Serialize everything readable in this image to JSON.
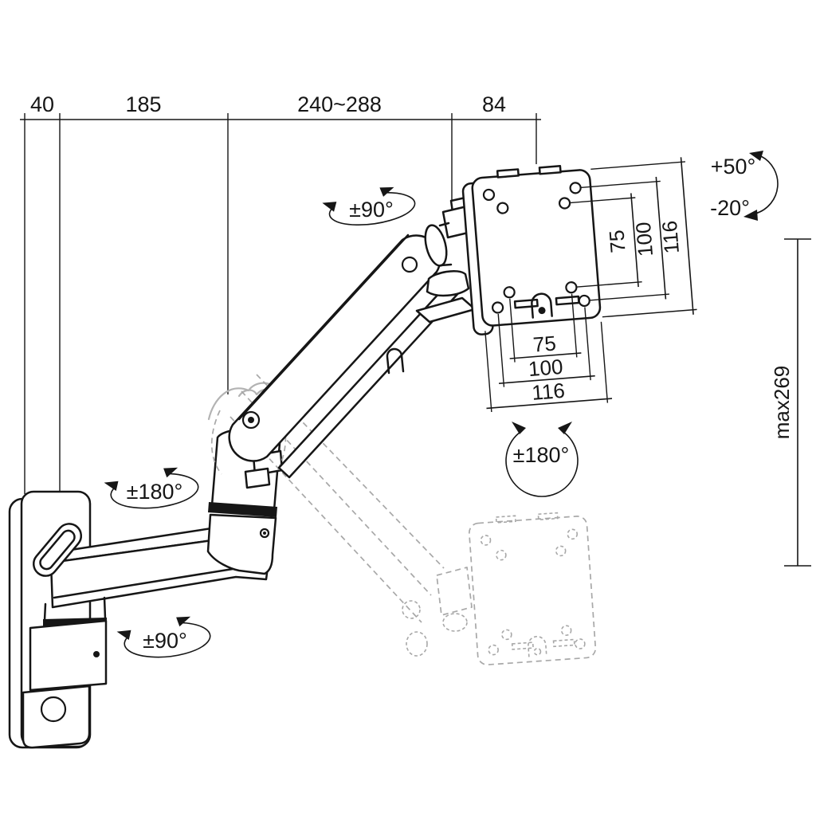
{
  "title": "Wall mount monitor arm dimension diagram",
  "colors": {
    "background": "#ffffff",
    "line": "#161616",
    "ghost": "#a8a8a8"
  },
  "top_dimensions": {
    "wall_offset": "40",
    "first_arm": "185",
    "second_arm": "240~288",
    "head": "84"
  },
  "tilt": {
    "up": "+50°",
    "down": "-20°"
  },
  "vesa_side": {
    "inner": "75",
    "mid": "100",
    "outer": "116"
  },
  "vesa_bottom": {
    "inner": "75",
    "mid": "100",
    "outer": "116"
  },
  "rotation": {
    "upper_joint": "±90°",
    "elbow_joint": "±180°",
    "wall_joint": "±90°",
    "plate_swivel": "±180°"
  },
  "height": {
    "max_range": "max269"
  }
}
